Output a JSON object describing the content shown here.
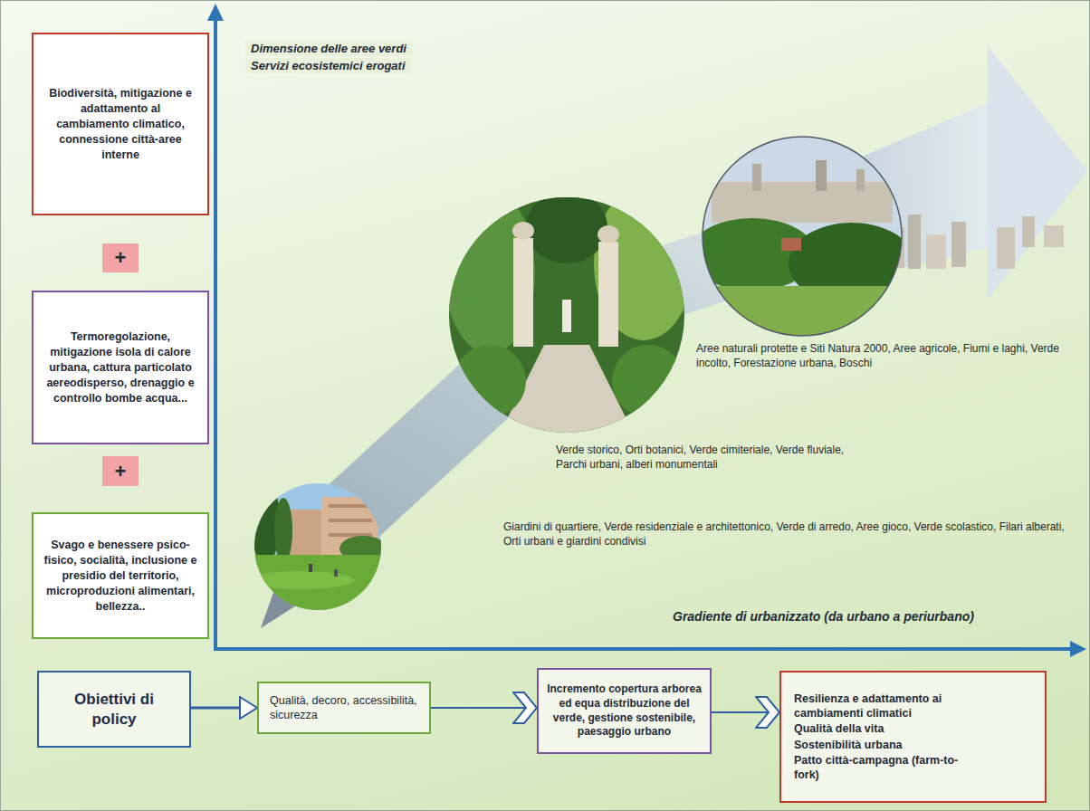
{
  "diagram": {
    "nodes": [
      {
        "text": [
          "Biodiversità, mitigazione e adattamento al cambiamento climatico, connessione città-aree interne"
        ]
      },
      {
        "text": [
          "+"
        ]
      },
      {
        "text": [
          "Termoregolazione, mitigazione isola di calore urbana, cattura particolato aereodisperso, drenaggio e controllo bombe acqua..."
        ]
      },
      {
        "text": [
          "+"
        ]
      },
      {
        "text": [
          "Svago e benessere psico-fisico, socialità, inclusione e presidio del territorio, microproduzioni alimentari, bellezza.."
        ]
      },
      {
        "text": [
          "Obiettivi di policy"
        ]
      },
      {
        "text": [
          "Qualità, decoro, accessibilità, sicurezza"
        ]
      },
      {
        "text": [
          "Incremento copertura arborea ed equa distribuzione del verde, gestione sostenibile, paesaggio urbano"
        ]
      },
      {
        "text": [
          "Resilienza e adattamento ai cambiamenti climatici",
          "Qualità della vita",
          "Sostenibilità urbana",
          "Patto città-campagna (farm-to-fork)"
        ]
      }
    ],
    "edges": [
      {
        "from": 5,
        "to": 6,
        "arrow": "to"
      },
      {
        "from": 6,
        "to": 7,
        "arrow": "to"
      },
      {
        "from": 7,
        "to": 8,
        "arrow": "to"
      }
    ],
    "labels": [
      "Dimensione delle aree verdi",
      "Servizi ecosistemici erogati",
      "Aree naturali protette e Siti Natura 2000, Aree agricole, Fiumi e laghi, Verde incolto, Forestazione urbana, Boschi",
      "Verde storico, Orti botanici, Verde cimiteriale, Verde fluviale, Parchi urbani, alberi monumentali",
      "Giardini di quartiere, Verde residenziale e architettonico, Verde di arredo, Aree gioco, Verde scolastico, Filari alberati, Orti urbani e giardini condivisi",
      "Gradiente di urbanizzato (da urbano a periurbano)"
    ]
  }
}
